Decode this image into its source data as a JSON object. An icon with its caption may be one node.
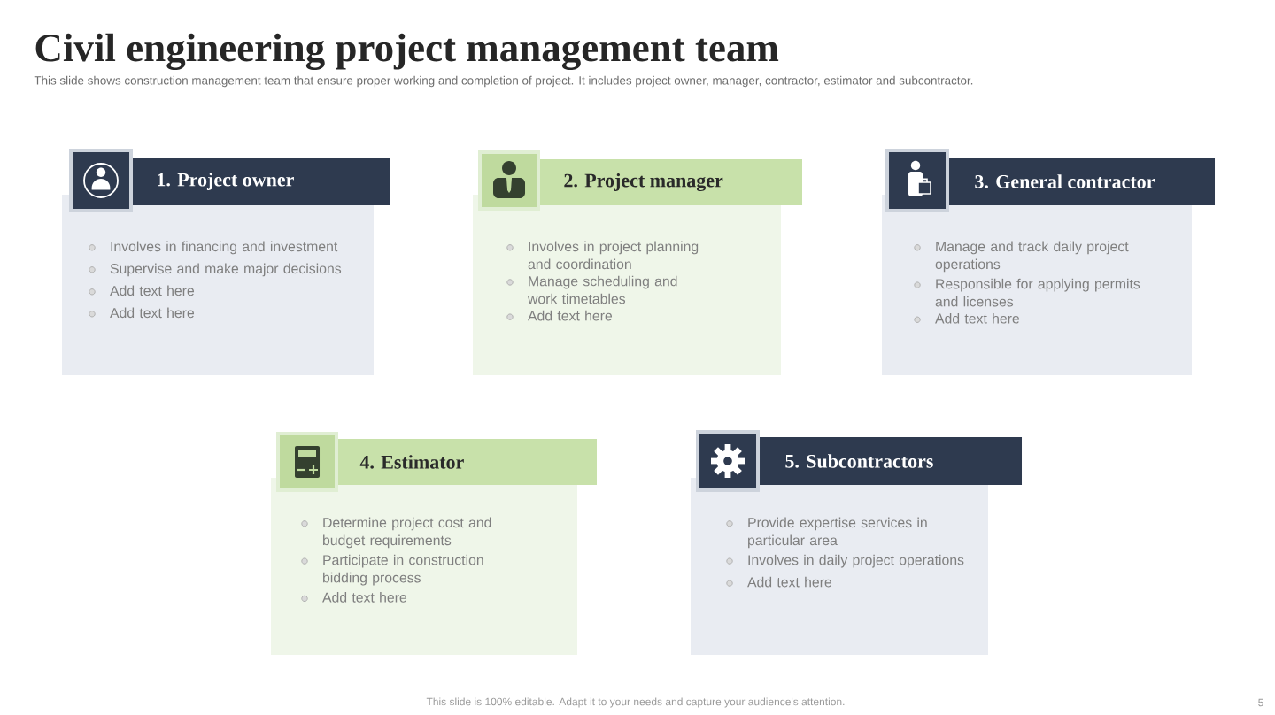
{
  "diagram": {
    "title": "Civil engineering project management team",
    "nodes": [
      {
        "text": [
          "1. Project owner",
          "Involves in financing and investment",
          "Supervise and make major decisions",
          "Add text here",
          "Add text here"
        ]
      },
      {
        "text": [
          "2. Project manager",
          "Involves in project planning and coordination",
          "Manage scheduling and work timetables",
          "Add text here"
        ]
      },
      {
        "text": [
          "3. General contractor",
          "Manage and track daily project operations",
          "Responsible for applying permits and licenses",
          "Add text here"
        ]
      },
      {
        "text": [
          "4. Estimator",
          "Determine project cost and budget requirements",
          "Participate in construction bidding process",
          "Add text here"
        ]
      },
      {
        "text": [
          "5. Subcontractors",
          "Provide expertise services in particular area",
          "Involves in daily project operations",
          "Add text here"
        ]
      }
    ],
    "labels": [
      "This slide shows construction management team that ensure proper working and completion of project. It includes project owner, manager, contractor, estimator and subcontractor.",
      "This slide is 100% editable. Adapt it to your needs and capture your audience's attention.",
      "5"
    ]
  }
}
